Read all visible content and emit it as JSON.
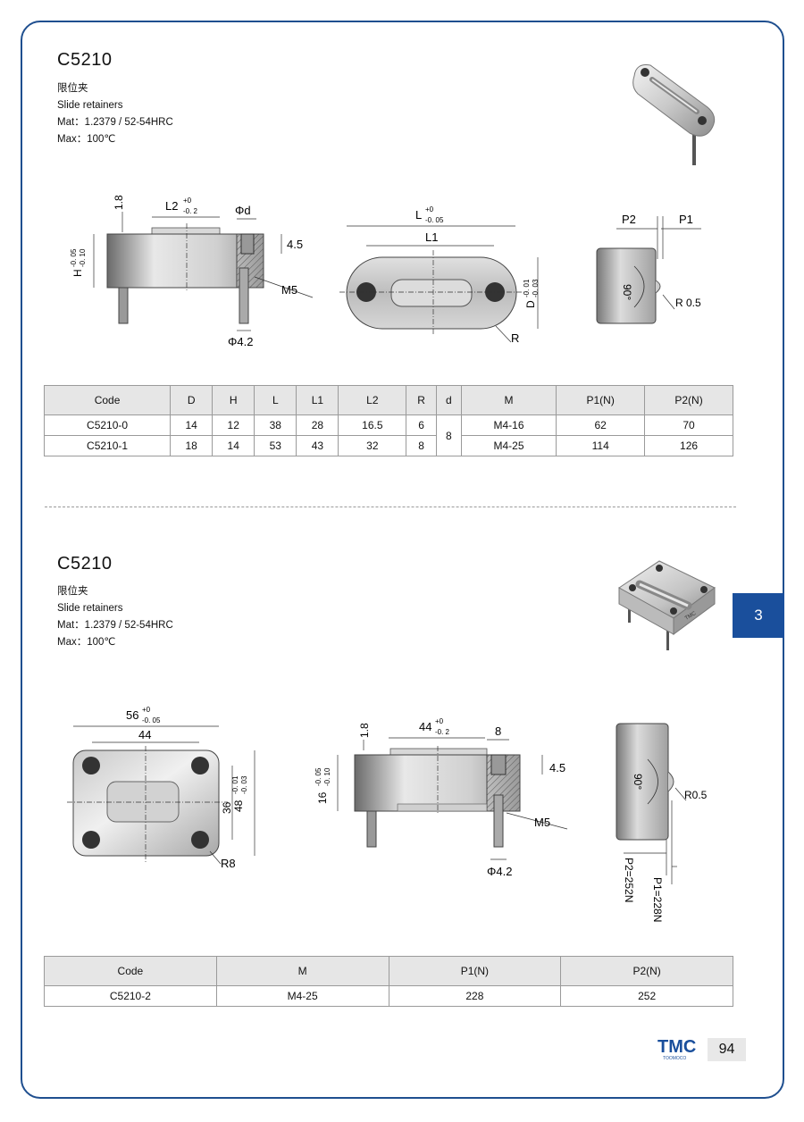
{
  "sections": [
    {
      "title": "C5210",
      "subtitle_cn": "限位夹",
      "subtitle_en": "Slide retainers",
      "material": "Mat：1.2379 / 52-54HRC",
      "max_temp": "Max：100℃",
      "dims": {
        "d18": "1.8",
        "l2": "L2",
        "l2_tol_up": "+0",
        "l2_tol_dn": "-0. 2",
        "phid": "Φd",
        "d45": "4.5",
        "h": "H",
        "h_tol": "-0. 05",
        "h_tol2": "-0. 10",
        "m5": "M5",
        "phi42": "Φ4.2",
        "l": "L",
        "l_tol_up": "+0",
        "l_tol_dn": "-0. 05",
        "l1": "L1",
        "dd": "D",
        "d_tol": "-0. 01",
        "d_tol2": "-0. 03",
        "r": "R",
        "p2": "P2",
        "p1": "P1",
        "ang": "90°",
        "r05": "R 0.5"
      },
      "table": {
        "headers": [
          "Code",
          "D",
          "H",
          "L",
          "L1",
          "L2",
          "R",
          "d",
          "M",
          "P1(N)",
          "P2(N)"
        ],
        "rows": [
          [
            "C5210-0",
            "14",
            "12",
            "38",
            "28",
            "16.5",
            "6",
            "8",
            "M4-16",
            "62",
            "70"
          ],
          [
            "C5210-1",
            "18",
            "14",
            "53",
            "43",
            "32",
            "8",
            "",
            "M4-25",
            "114",
            "126"
          ]
        ]
      }
    },
    {
      "title": "C5210",
      "subtitle_cn": "限位夹",
      "subtitle_en": "Slide retainers",
      "material": "Mat：1.2379 / 52-54HRC",
      "max_temp": "Max：100℃",
      "dims": {
        "w56": "56",
        "w56_up": "+0",
        "w56_dn": "-0. 05",
        "w44": "44",
        "h36": "36",
        "h48": "48",
        "h48_tol": "-0. 01",
        "h48_tol2": "-0. 03",
        "r8": "R8",
        "d18": "1.8",
        "l44": "44",
        "l44_up": "+0",
        "l44_dn": "-0. 2",
        "d8": "8",
        "d45": "4.5",
        "h16": "16",
        "h16_tol": "-0. 05",
        "h16_tol2": "-0. 10",
        "m5": "M5",
        "phi42": "Φ4.2",
        "ang": "90°",
        "r05": "R0.5",
        "p2": "P2=252N",
        "p1": "P1=228N"
      },
      "table": {
        "headers": [
          "Code",
          "M",
          "P1(N)",
          "P2(N)"
        ],
        "rows": [
          [
            "C5210-2",
            "M4-25",
            "228",
            "252"
          ]
        ]
      }
    }
  ],
  "side_tab": "3",
  "logo": {
    "brand": "TMC",
    "sub": "TOOMOCO",
    "color": "#1a4f9c"
  },
  "page_number": "94"
}
